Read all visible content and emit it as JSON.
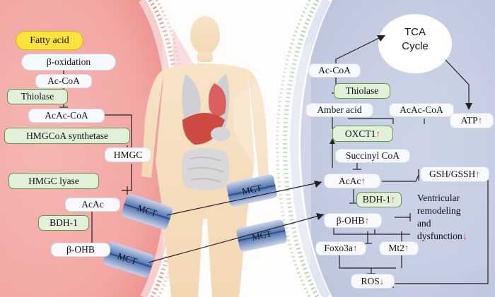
{
  "left": {
    "fatty_acid": "Fatty acid",
    "beta_oxidation": "β-oxidation",
    "ac_coa": "Ac-CoA",
    "thiolase": "Thiolase",
    "acac_coa": "AcAc-CoA",
    "hmgcoa_synthetase": "HMGCoA synthetase",
    "hmgc": "HMGC",
    "hmgc_lyase": "HMGC lyase",
    "acac": "AcAc",
    "bdh1": "BDH-1",
    "beta_ohb": "β-OHB"
  },
  "transport": {
    "mct_1": "MCT",
    "mct_2": "MCT",
    "mct_3": "MCT",
    "mct_4": "MCT"
  },
  "right": {
    "tca_line1": "TCA",
    "tca_line2": "Cycle",
    "ac_coa": "Ac-CoA",
    "thiolase": "Thiolase",
    "amber_acid": "Amber acid",
    "acac_coa": "AcAc-CoA",
    "oxct1": "OXCT1",
    "atp": "ATP",
    "succinyl_coa": "Succinyl CoA",
    "acac": "AcAc",
    "gsh_gssh": "GSH/GSSH",
    "bdh1": "BDH-1",
    "ventricular_1": "Ventricular",
    "ventricular_2": "remodeling",
    "ventricular_3": "and",
    "ventricular_4": "dysfunction",
    "beta_ohb": "β-OHB",
    "foxo3a": "Foxo3a",
    "mt2": "Mt2",
    "ros": "ROS"
  },
  "arrows": {
    "up": "↑",
    "down": "↓"
  },
  "colors": {
    "green_border": "#5a9a45",
    "green_fill": "#e2f0da",
    "arrow_red": "#e23b3b",
    "fatty_yellow": "#fbe33e",
    "membrane_blue": "#4f73b0"
  }
}
